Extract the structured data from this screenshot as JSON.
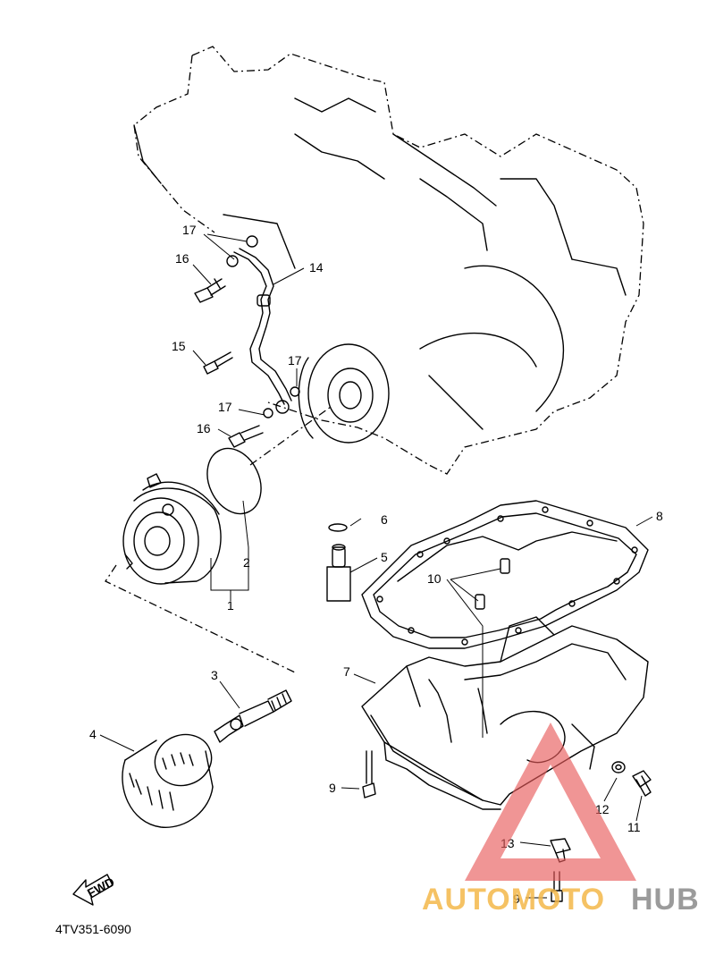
{
  "diagram": {
    "part_code": "4TV351-6090",
    "fwd_label": "FWD",
    "callouts": {
      "c1": "1",
      "c2": "2",
      "c3": "3",
      "c4": "4",
      "c5": "5",
      "c6": "6",
      "c7": "7",
      "c8": "8",
      "c9a": "9",
      "c9b": "9",
      "c10": "10",
      "c11": "11",
      "c12": "12",
      "c13": "13",
      "c14": "14",
      "c15": "15",
      "c16a": "16",
      "c16b": "16",
      "c17a": "17",
      "c17b": "17",
      "c17c": "17"
    }
  },
  "watermark": {
    "part1": "AUTOMOTO",
    "part2": "HUB",
    "color_primary": "#f4b84a",
    "color_secondary": "#8a8a8a",
    "color_triangle": "#e85a5a"
  }
}
